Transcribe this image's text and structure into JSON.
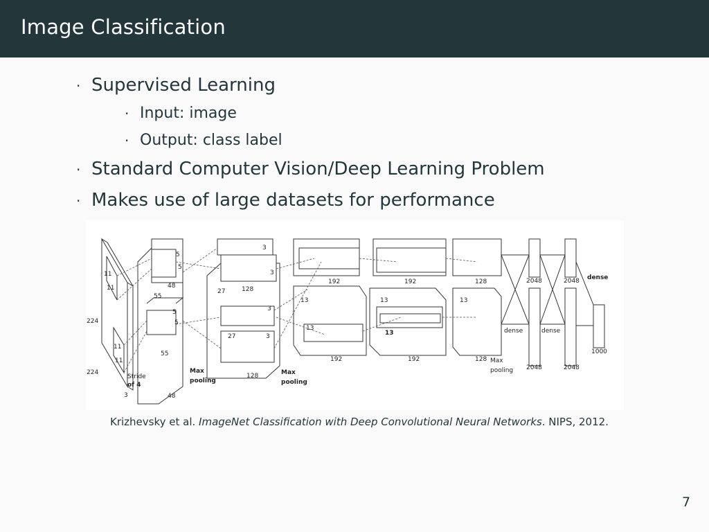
{
  "slide": {
    "title": "Image Classification",
    "page_number": "7"
  },
  "bullets": [
    {
      "text": "Supervised Learning",
      "sub": [
        "Input: image",
        "Output: class label"
      ]
    },
    {
      "text": "Standard Computer Vision/Deep Learning Problem"
    },
    {
      "text": "Makes use of large datasets for performance"
    }
  ],
  "figure": {
    "labels": {
      "dim_224a": "224",
      "dim_224b": "224",
      "dim_3": "3",
      "k11a": "11",
      "k11b": "11",
      "k11c": "11",
      "k11d": "11",
      "stride_1": "Stride",
      "stride_2": "of 4",
      "k5a": "5",
      "k5b": "5",
      "k5c": "5",
      "k5d": "5",
      "d55a": "55",
      "d55b": "55",
      "d48a": "48",
      "d48b": "48",
      "d27a": "27",
      "d27b": "27",
      "d128a": "128",
      "d128b": "128",
      "k3a": "3",
      "k3b": "3",
      "k3c": "3",
      "k3d": "3",
      "d13a": "13",
      "d13b": "13",
      "d13c": "13",
      "d13d": "13",
      "d13e": "13",
      "d192a": "192",
      "d192b": "192",
      "d192c": "192",
      "d192d": "192",
      "d128c": "128",
      "d128d": "128",
      "maxpool1a": "Max",
      "maxpool1b": "pooling",
      "maxpool2a": "Max",
      "maxpool2b": "pooling",
      "maxpool3a": "Max",
      "maxpool3b": "pooling",
      "d2048a": "2048",
      "d2048b": "2048",
      "d2048c": "2048",
      "d2048d": "2048",
      "densea": "dense",
      "denseb": "dense",
      "densec": "dense",
      "d1000": "1000"
    }
  },
  "caption": {
    "prefix": "Krizhevsky et al. ",
    "title": "ImageNet Classification with Deep Convolutional Neural Networks",
    "suffix": ". NIPS, 2012."
  }
}
